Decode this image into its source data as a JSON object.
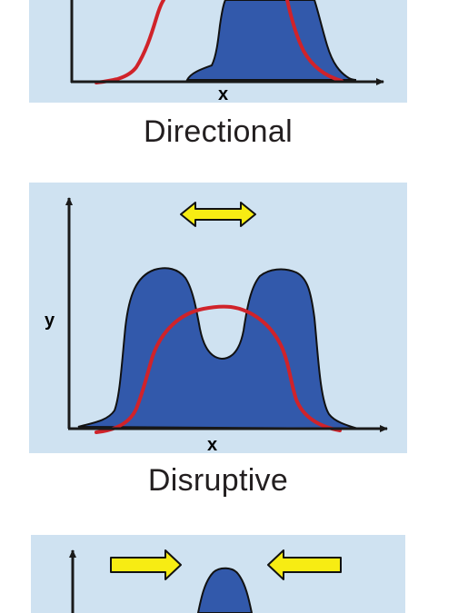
{
  "panels": {
    "directional": {
      "caption": "Directional",
      "x_label": "x"
    },
    "disruptive": {
      "caption": "Disruptive",
      "x_label": "x",
      "y_label": "y"
    },
    "stabilizing": {}
  },
  "icons": {
    "disruptive_arrow": "double-headed-arrow-icon",
    "stabilizing_left": "arrow-right-icon",
    "stabilizing_right": "arrow-left-icon"
  },
  "colors": {
    "panel_bg": "#cfe2f1",
    "distribution_fill": "#3259ab",
    "original_curve": "#d0232a",
    "arrow_fill": "#f7ec13",
    "axis": "#1a1a1a"
  }
}
